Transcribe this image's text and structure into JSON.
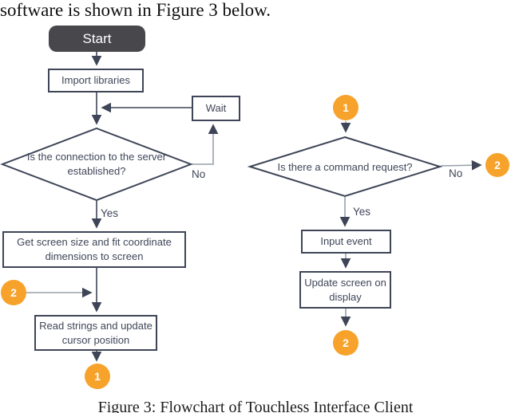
{
  "page": {
    "intro_text": "software is shown in Figure 3 below.",
    "caption": "Figure 3: Flowchart of Touchless Interface Client"
  },
  "colors": {
    "line_navy": "#3e4557",
    "line_gray": "#97a0ac",
    "connector_orange": "#f7a22a",
    "start_fill": "#48474c",
    "box_text": "#3f4659"
  },
  "client_flow": {
    "start": "Start",
    "import_libraries": "Import libraries",
    "wait": "Wait",
    "decision": "Is the connection to the server established?",
    "yes": "Yes",
    "no": "No",
    "get_screen": "Get screen size and fit coordinate dimensions to screen",
    "read_strings": "Read strings and update cursor position",
    "connector_in": "2",
    "connector_out": "1"
  },
  "command_flow": {
    "connector_in": "1",
    "decision": "Is there a command request?",
    "yes": "Yes",
    "no": "No",
    "input_event": "Input event",
    "update_screen": "Update screen on display",
    "connector_no": "2",
    "connector_out": "2"
  }
}
